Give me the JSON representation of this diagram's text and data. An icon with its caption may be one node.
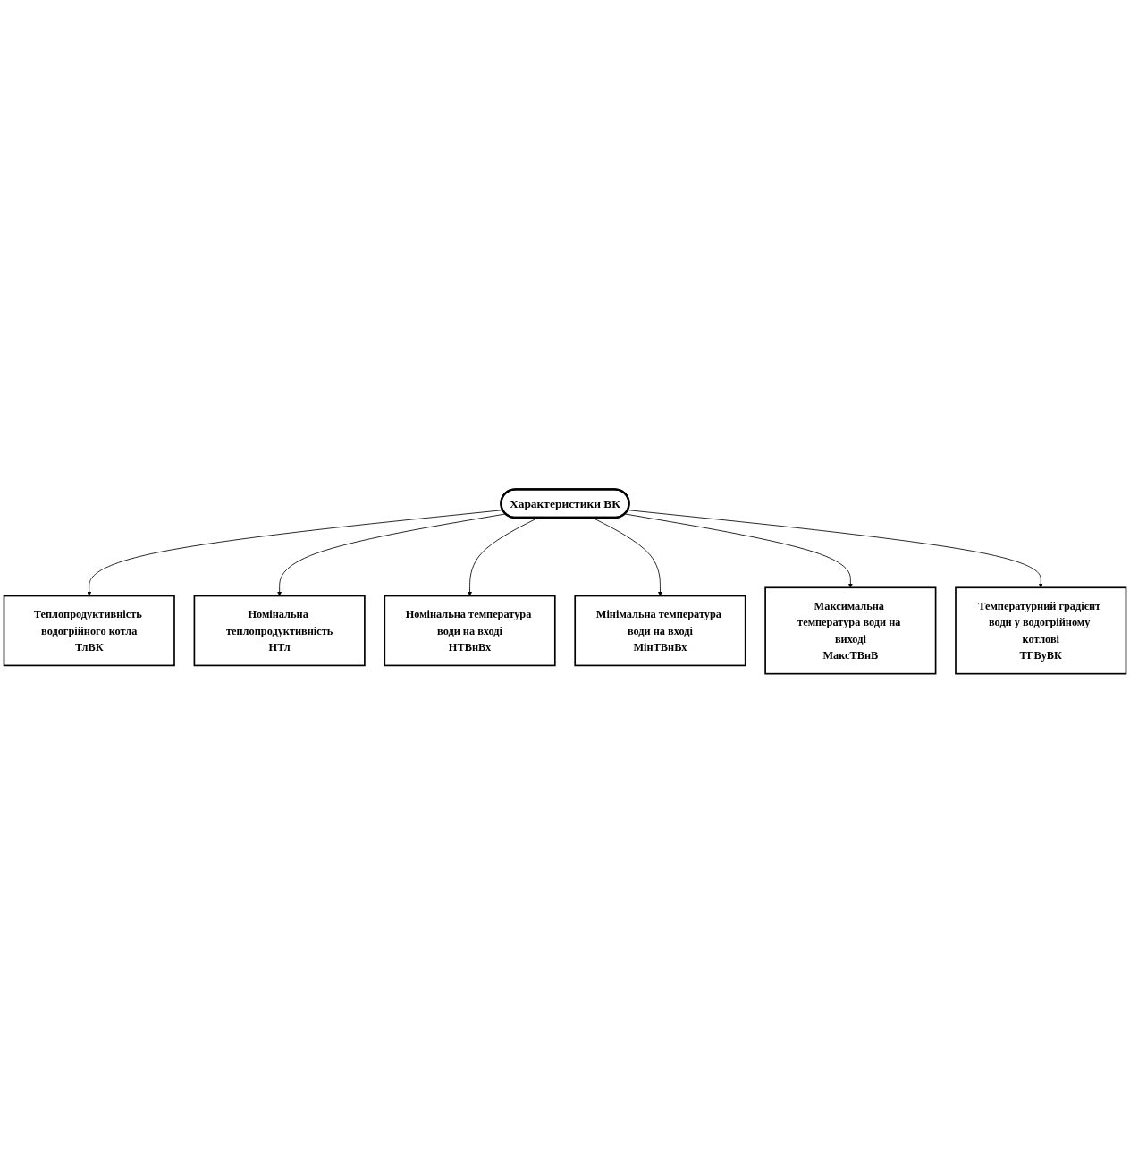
{
  "diagram": {
    "nodes": [
      {
        "text": [
          "Теплопродуктивність водогрійного котла",
          "ТлВК"
        ]
      },
      {
        "text": [
          "Номінальна теплопродуктивність",
          "НТл"
        ]
      },
      {
        "text": [
          "Номінальна температура води на вході",
          "НТВнВх"
        ]
      },
      {
        "text": [
          "Характеристики ВК"
        ]
      },
      {
        "text": [
          "Мінімальна температура води на вході",
          "МінТВнВх"
        ]
      },
      {
        "text": [
          "Максимальна температура води на виході",
          "МаксТВнВ"
        ]
      },
      {
        "text": [
          "Температурний градієнт води у водогрійному котлові",
          "ТГВуВК"
        ]
      }
    ],
    "edges": [
      {
        "from": 3,
        "to": 0,
        "arrow": "to"
      },
      {
        "from": 3,
        "to": 1,
        "arrow": "to"
      },
      {
        "from": 3,
        "to": 2,
        "arrow": "to"
      },
      {
        "from": 3,
        "to": 4,
        "arrow": "to"
      },
      {
        "from": 3,
        "to": 5,
        "arrow": "to"
      },
      {
        "from": 3,
        "to": 6,
        "arrow": "to"
      }
    ]
  }
}
